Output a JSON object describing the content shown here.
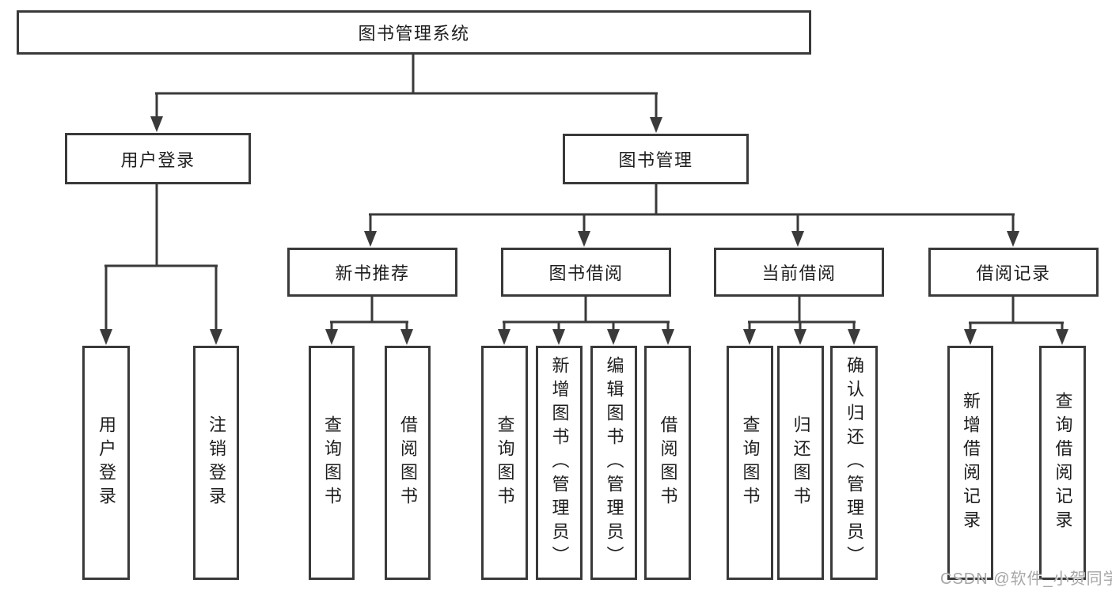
{
  "diagram": {
    "line_color": "#3a3a3a",
    "text_color": "#1e1e1e",
    "background": "#ffffff",
    "tree": {
      "root": {
        "label": "图书管理系统"
      },
      "branches": [
        {
          "label": "用户登录",
          "children": [
            {
              "label": "用户登录"
            },
            {
              "label": "注销登录"
            }
          ]
        },
        {
          "label": "图书管理",
          "children": [
            {
              "label": "新书推荐",
              "children": [
                {
                  "label": "查询图书"
                },
                {
                  "label": "借阅图书"
                }
              ]
            },
            {
              "label": "图书借阅",
              "children": [
                {
                  "label": "查询图书"
                },
                {
                  "label": "新增图书（管理员）"
                },
                {
                  "label": "编辑图书（管理员）"
                },
                {
                  "label": "借阅图书"
                }
              ]
            },
            {
              "label": "当前借阅",
              "children": [
                {
                  "label": "查询图书"
                },
                {
                  "label": "归还图书"
                },
                {
                  "label": "确认归还（管理员）"
                }
              ]
            },
            {
              "label": "借阅记录",
              "children": [
                {
                  "label": "新增借阅记录"
                },
                {
                  "label": "查询借阅记录"
                }
              ]
            }
          ]
        }
      ]
    }
  },
  "watermark": {
    "text": "CSDN @软件_小贺同学",
    "color": "#a6a6a6"
  }
}
